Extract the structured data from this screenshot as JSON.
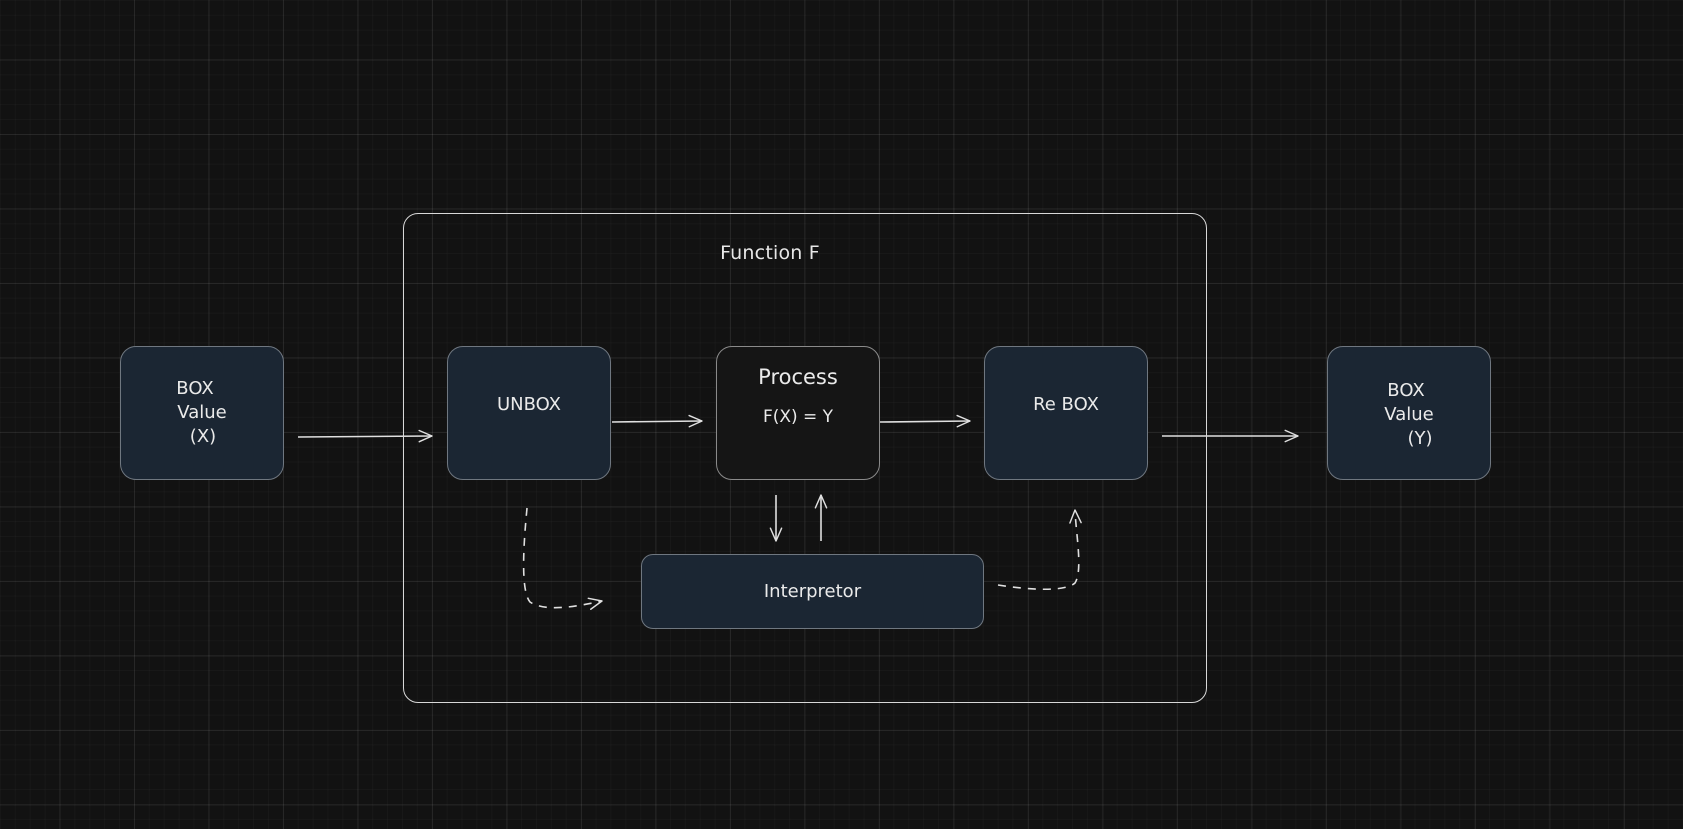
{
  "diagram": {
    "frame": {
      "title": "Function F"
    },
    "nodes": {
      "box_x": {
        "line1": "BOX",
        "line2": "Value",
        "line3": "(X)"
      },
      "unbox": {
        "label": "UNBOX"
      },
      "process": {
        "title": "Process",
        "formula": "F(X) = Y"
      },
      "rebox": {
        "label": "Re BOX"
      },
      "box_y": {
        "line1": "BOX",
        "line2": "Value",
        "line3": "(Y)"
      },
      "interpreter": {
        "label": "Interpretor"
      }
    },
    "colors": {
      "background": "#121212",
      "node_fill": "#1b2633",
      "stroke": "#d8d8d8"
    }
  }
}
